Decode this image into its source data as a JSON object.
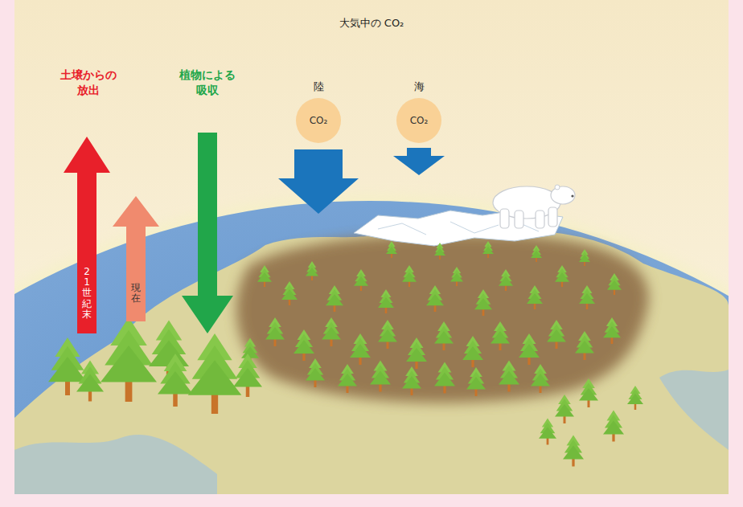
{
  "diagram": {
    "title": "大気中の CO₂",
    "nodes": [
      {
        "text": [
          "陸",
          "CO₂"
        ]
      },
      {
        "text": [
          "海",
          "CO₂"
        ]
      }
    ],
    "labels": [
      "土壌からの 放出",
      "植物による 吸収",
      "21世紀末",
      "現在"
    ]
  }
}
